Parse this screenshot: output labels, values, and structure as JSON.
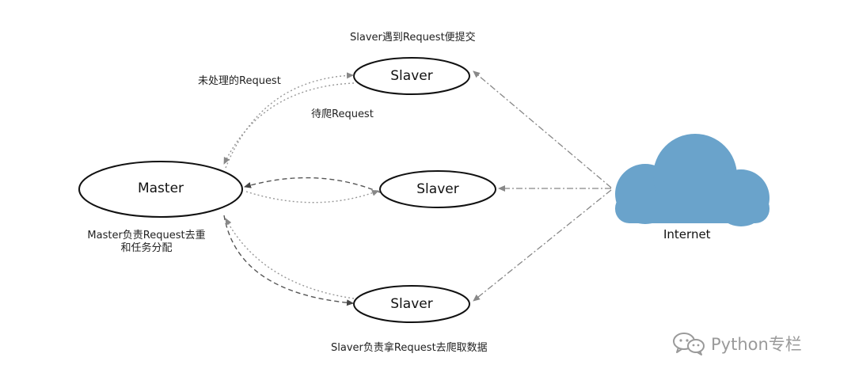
{
  "nodes": {
    "master": "Master",
    "slaver_top": "Slaver",
    "slaver_middle": "Slaver",
    "slaver_bottom": "Slaver",
    "internet": "Internet"
  },
  "labels": {
    "slaver_submit": "Slaver遇到Request便提交",
    "unprocessed": "未处理的Request",
    "to_crawl": "待爬Request",
    "master_role_line1": "Master负责Request去重",
    "master_role_line2": "和任务分配",
    "slaver_role": "Slaver负责拿Request去爬取数据"
  },
  "watermark": {
    "text": "Python专栏",
    "icon": "wechat-icon"
  },
  "colors": {
    "cloud": "#6aa3cb",
    "arrow": "#8a8a8a",
    "dotted": "#a8a8a8"
  }
}
